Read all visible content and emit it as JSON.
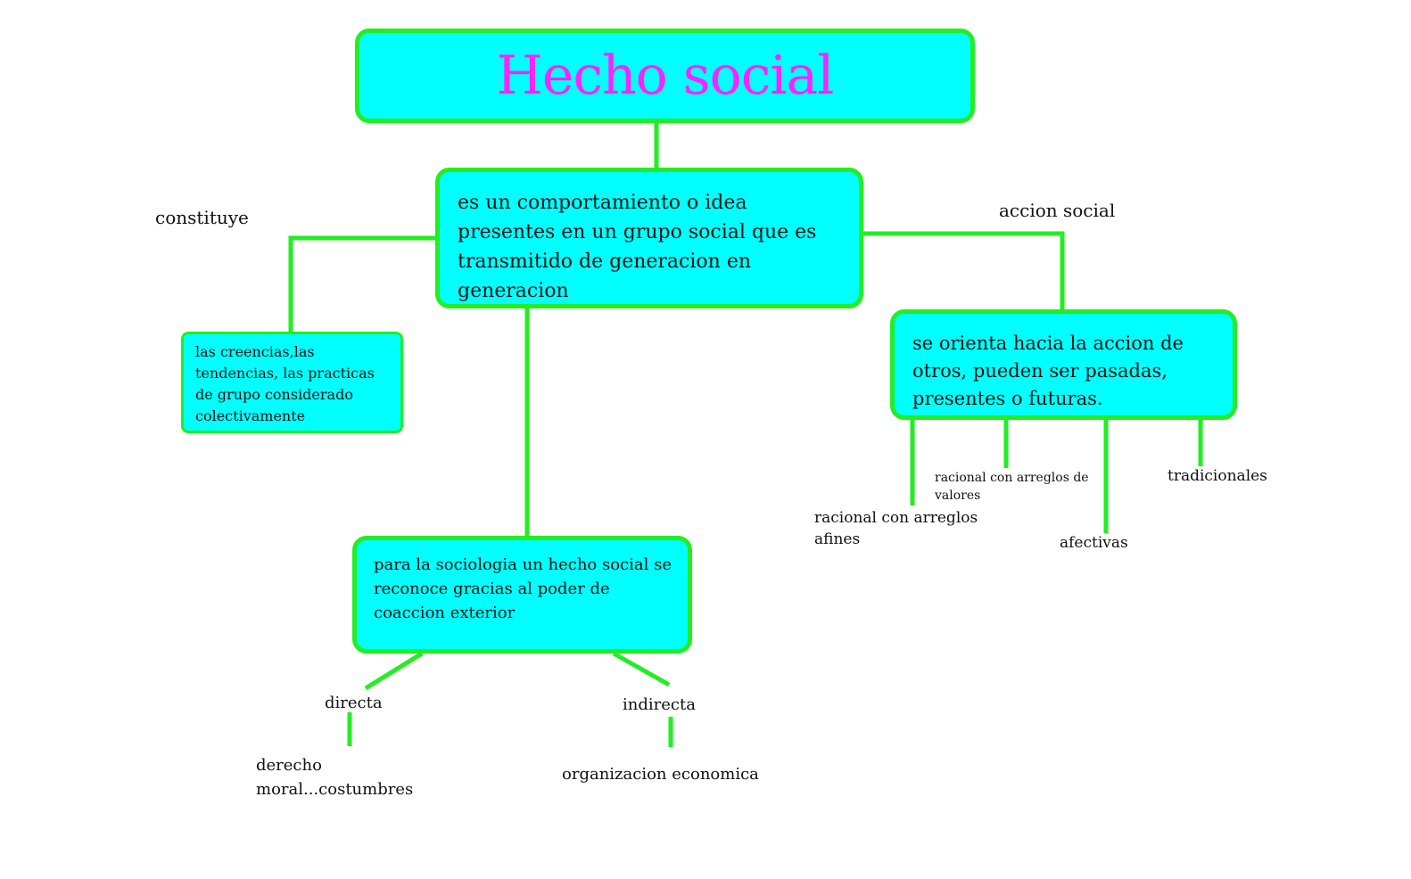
{
  "diagram": {
    "title": "Hecho social",
    "definition": "es un comportamiento o idea presentes en un grupo social que es transmitido de generacion en generacion",
    "left_branch": {
      "connector_label": "constituye",
      "box_text": "las creencias,las tendencias, las practicas de grupo considerado colectivamente"
    },
    "right_branch": {
      "connector_label": "accion social",
      "box_text": "se orienta hacia la accion de otros, pueden ser pasadas, presentes o futuras.",
      "types": [
        "racional con arreglos de valores",
        "racional con arreglos afines",
        "afectivas",
        "tradicionales"
      ]
    },
    "bottom_branch": {
      "box_text": "para la sociologia un hecho social se reconoce gracias al poder de coaccion exterior",
      "directa": {
        "label": "directa",
        "example": "derecho moral...costumbres"
      },
      "indirecta": {
        "label": "indirecta",
        "example": "organizacion economica"
      }
    }
  },
  "colors": {
    "box_fill": "#00ffff",
    "border_and_connectors": "#22ee22",
    "title_text": "#ff22ff",
    "body_text": "#111111"
  }
}
